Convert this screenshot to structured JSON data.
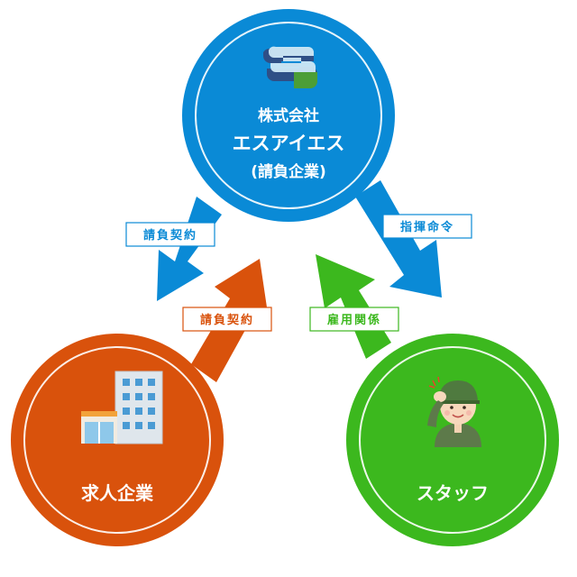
{
  "nodes": {
    "contractor": {
      "lines": [
        "株式会社",
        "エスアイエス",
        "(請負企業)"
      ],
      "color": "#0a8ad6"
    },
    "client": {
      "name": "求人企業",
      "color": "#d9520c"
    },
    "staff": {
      "name": "スタッフ",
      "color": "#3cb81e"
    }
  },
  "relations": {
    "contractor_to_client": {
      "label": "請負契約",
      "color": "#0a8ad6"
    },
    "client_to_contractor": {
      "label": "請負契約",
      "color": "#d9520c"
    },
    "contractor_to_staff": {
      "label": "指揮命令",
      "color": "#0a8ad6"
    },
    "staff_to_contractor": {
      "label": "雇用関係",
      "color": "#3cb81e"
    }
  },
  "icons": {
    "contractor": "company-logo-icon",
    "client": "office-building-icon",
    "staff": "worker-icon"
  }
}
